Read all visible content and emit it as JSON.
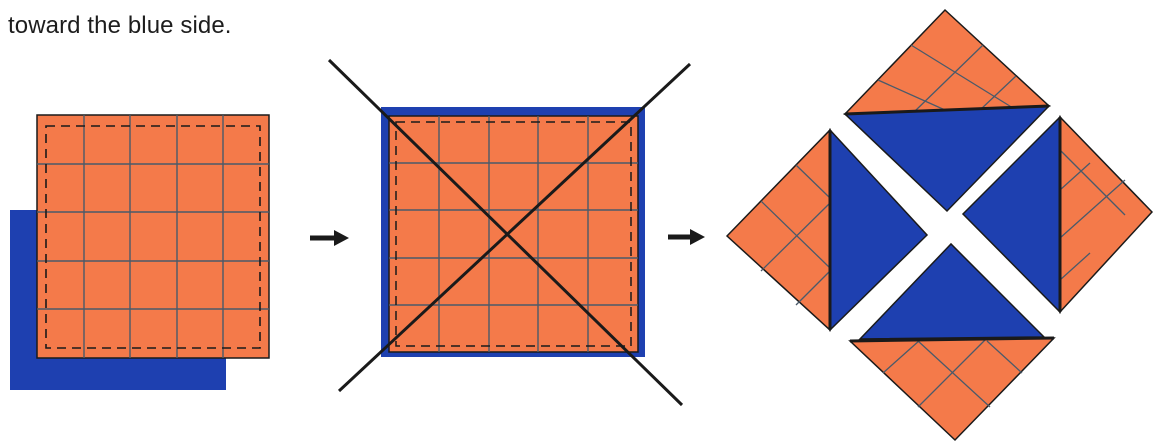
{
  "caption": "toward the blue side.",
  "colors": {
    "orange": "#F47A4A",
    "blue": "#1E40B0",
    "grid": "#4A5A6A",
    "ink": "#1A1A1A"
  },
  "steps": [
    {
      "name": "layered-squares",
      "top_fabric": "orange",
      "bottom_fabric": "blue",
      "grid": "5x5",
      "stitching": "dashed line around edge"
    },
    {
      "name": "cut-diagonals",
      "cuts": "two diagonal lines through square"
    },
    {
      "name": "four-hst-units",
      "pieces": 4,
      "piece_colors": [
        "orange",
        "blue"
      ]
    }
  ],
  "arrows": [
    "step-1-to-2",
    "step-2-to-3"
  ]
}
